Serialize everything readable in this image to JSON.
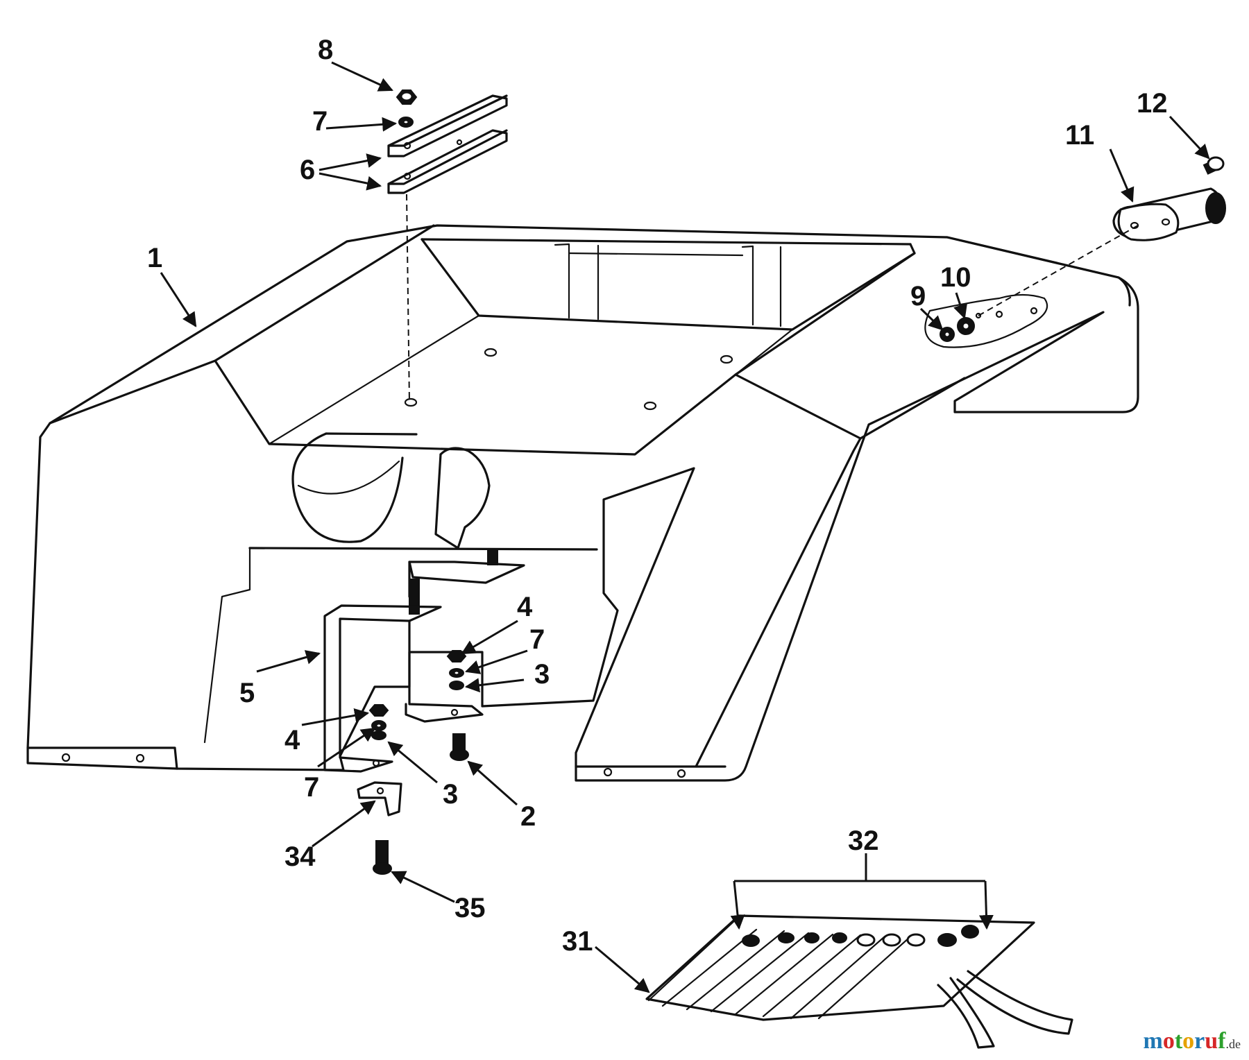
{
  "callouts": [
    {
      "id": "c1",
      "text": "1"
    },
    {
      "id": "c2",
      "text": "2"
    },
    {
      "id": "c3a",
      "text": "3"
    },
    {
      "id": "c3b",
      "text": "3"
    },
    {
      "id": "c4a",
      "text": "4"
    },
    {
      "id": "c4b",
      "text": "4"
    },
    {
      "id": "c5",
      "text": "5"
    },
    {
      "id": "c6",
      "text": "6"
    },
    {
      "id": "c7a",
      "text": "7"
    },
    {
      "id": "c7b",
      "text": "7"
    },
    {
      "id": "c7c",
      "text": "7"
    },
    {
      "id": "c8",
      "text": "8"
    },
    {
      "id": "c9",
      "text": "9"
    },
    {
      "id": "c10",
      "text": "10"
    },
    {
      "id": "c11",
      "text": "11"
    },
    {
      "id": "c12",
      "text": "12"
    },
    {
      "id": "c31",
      "text": "31"
    },
    {
      "id": "c32",
      "text": "32"
    },
    {
      "id": "c34",
      "text": "34"
    },
    {
      "id": "c35",
      "text": "35"
    }
  ],
  "watermark": {
    "letters": [
      "m",
      "o",
      "t",
      "o",
      "r",
      "u",
      "f"
    ],
    "suffix": ".de",
    "colors": [
      "#1f77b4",
      "#d62728",
      "#2ca02c",
      "#e6a100",
      "#1f77b4",
      "#d62728",
      "#2ca02c"
    ]
  }
}
